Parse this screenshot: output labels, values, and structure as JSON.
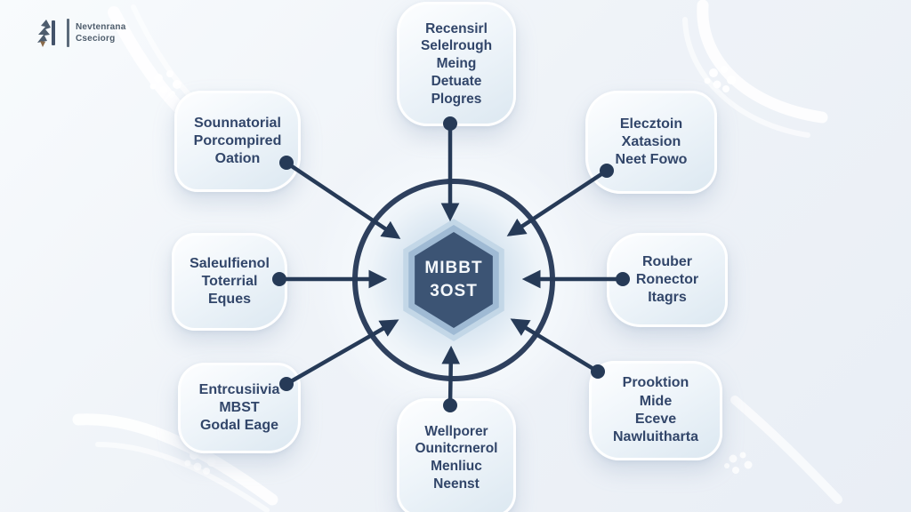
{
  "diagram_type": "hub-and-spokes",
  "logo": {
    "name": "Nevtenrana",
    "tagline": "Cseciorg",
    "icon": "abstract-figure-logo-icon"
  },
  "center": {
    "label": "MIBBT\n3OST",
    "shape": "hexagon-in-circle"
  },
  "nodes": [
    {
      "id": "top",
      "text": "Recensirl\nSelelrough\nMeing\nDetuate\nPlogres"
    },
    {
      "id": "upper-left",
      "text": "Sounnatorial\nPorcompired\nOation"
    },
    {
      "id": "left",
      "text": "Saleulfienol\nToterrial\nEques"
    },
    {
      "id": "lower-left",
      "text": "Entrcusiivia\nMBST\nGodal Eage"
    },
    {
      "id": "upper-right",
      "text": "Elecztoin\nXatasion\nNeet Fowo"
    },
    {
      "id": "right",
      "text": "Rouber\nRonector\nItagrs"
    },
    {
      "id": "lower-right",
      "text": "Prooktion\nMide\nEceve\nNawluitharta"
    },
    {
      "id": "bottom",
      "text": "Wellporer\nOunitcrnerol\nMenliuc\nNeenst"
    }
  ],
  "colors": {
    "background": "#eef2f7",
    "hex_core": "#3c5474",
    "hex_mid": "#9fbad4",
    "hex_outer": "#c3d7e7",
    "ring_stroke": "#2e405e",
    "arrow": "#263a57",
    "node_text": "#32466a",
    "node_fill": "#e9f0f6",
    "center_text": "#ffffff"
  }
}
